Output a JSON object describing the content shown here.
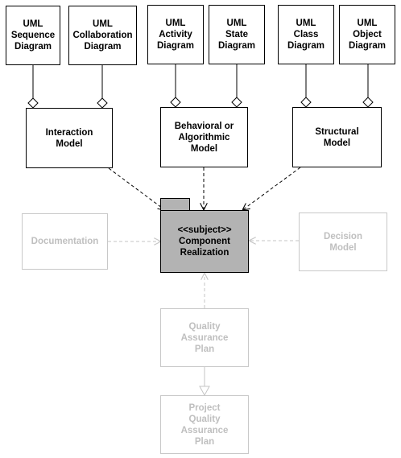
{
  "diagram": {
    "uml_sequence_diagram": [
      "UML",
      "Sequence",
      "Diagram"
    ],
    "uml_collaboration_diagram": [
      "UML",
      "Collaboration",
      "Diagram"
    ],
    "uml_activity_diagram": [
      "UML",
      "Activity",
      "Diagram"
    ],
    "uml_state_diagram": [
      "UML",
      "State",
      "Diagram"
    ],
    "uml_class_diagram": [
      "UML",
      "Class",
      "Diagram"
    ],
    "uml_object_diagram": [
      "UML",
      "Object",
      "Diagram"
    ],
    "interaction_model": [
      "Interaction",
      "Model"
    ],
    "behavioral_model": [
      "Behavioral or",
      "Algorithmic",
      "Model"
    ],
    "structural_model": [
      "Structural",
      "Model"
    ],
    "component_realization": [
      "<<subject>>",
      "Component",
      "Realization"
    ],
    "documentation": [
      "Documentation"
    ],
    "decision_model": [
      "Decision",
      "Model"
    ],
    "quality_assurance_plan": [
      "Quality",
      "Assurance",
      "Plan"
    ],
    "project_quality_assurance_plan": [
      "Project",
      "Quality",
      "Assurance",
      "Plan"
    ]
  }
}
